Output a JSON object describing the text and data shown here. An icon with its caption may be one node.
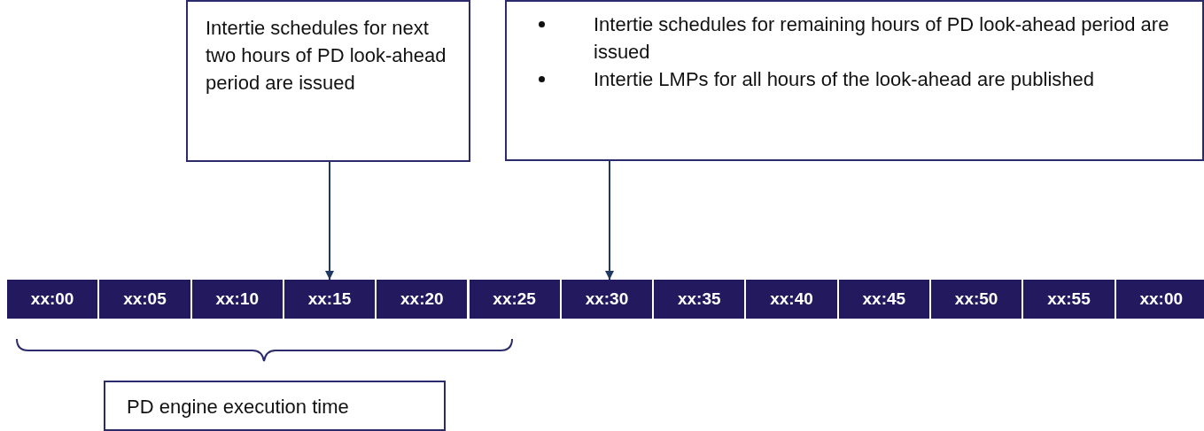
{
  "diagram": {
    "nodes": [
      {
        "text": [
          "Intertie schedules for next two hours of PD look-ahead period are issued"
        ]
      },
      {
        "text": [
          "Intertie schedules for remaining hours of PD look-ahead period are issued",
          "Intertie LMPs for all hours of the look-ahead are published"
        ]
      },
      {
        "text": [
          "xx:00"
        ]
      },
      {
        "text": [
          "xx:05"
        ]
      },
      {
        "text": [
          "xx:10"
        ]
      },
      {
        "text": [
          "xx:15"
        ]
      },
      {
        "text": [
          "xx:20"
        ]
      },
      {
        "text": [
          "xx:25"
        ]
      },
      {
        "text": [
          "xx:30"
        ]
      },
      {
        "text": [
          "xx:35"
        ]
      },
      {
        "text": [
          "xx:40"
        ]
      },
      {
        "text": [
          "xx:45"
        ]
      },
      {
        "text": [
          "xx:50"
        ]
      },
      {
        "text": [
          "xx:55"
        ]
      },
      {
        "text": [
          "xx:00"
        ]
      },
      {
        "text": [
          "PD engine execution time"
        ]
      }
    ],
    "edges": [
      {
        "from": 0,
        "to": 5,
        "arrow": "to"
      },
      {
        "from": 1,
        "to": 8,
        "arrow": "to"
      }
    ]
  }
}
